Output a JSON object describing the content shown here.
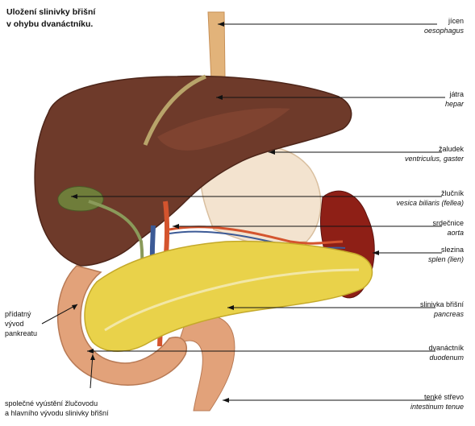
{
  "title": {
    "line1": "Uložení slinivky břišní",
    "line2": "v ohybu dvanáctníku."
  },
  "labels": {
    "esophagus": {
      "cz": "jícen",
      "la": "oesophagus"
    },
    "liver": {
      "cz": "játra",
      "la": "hepar"
    },
    "stomach": {
      "cz": "žaludek",
      "la": "ventriculus, gaster"
    },
    "gallbladder": {
      "cz": "žlučník",
      "la": "vesica biliaris (fellea)"
    },
    "aorta": {
      "cz": "srdečnice",
      "la": "aorta"
    },
    "spleen": {
      "cz": "slezina",
      "la": "splen (lien)"
    },
    "pancreas": {
      "cz": "slinivka břišní",
      "la": "pancreas"
    },
    "duodenum": {
      "cz": "dvanáctník",
      "la": "duodenum"
    },
    "small_intestine": {
      "cz": "tenké střevo",
      "la": "intestinum tenue"
    },
    "accessory_duct": {
      "line1": "přídatný",
      "line2": "vývod",
      "line3": "pankreatu"
    },
    "common_opening": {
      "line1": "společné vyústění žlučovodu",
      "line2": "a hlavního vývodu slinivky břišní"
    }
  },
  "colors": {
    "liver": "#6e3a2a",
    "liver_light": "#8a4a35",
    "stomach": "#f3e3cf",
    "pancreas": "#e9d24a",
    "spleen": "#8e1f16",
    "duodenum": "#e2a27a",
    "esophagus": "#e2b37a",
    "gallbladder": "#6f7d3a",
    "vessel_red": "#d4542e",
    "vessel_blue": "#3c5a96"
  }
}
